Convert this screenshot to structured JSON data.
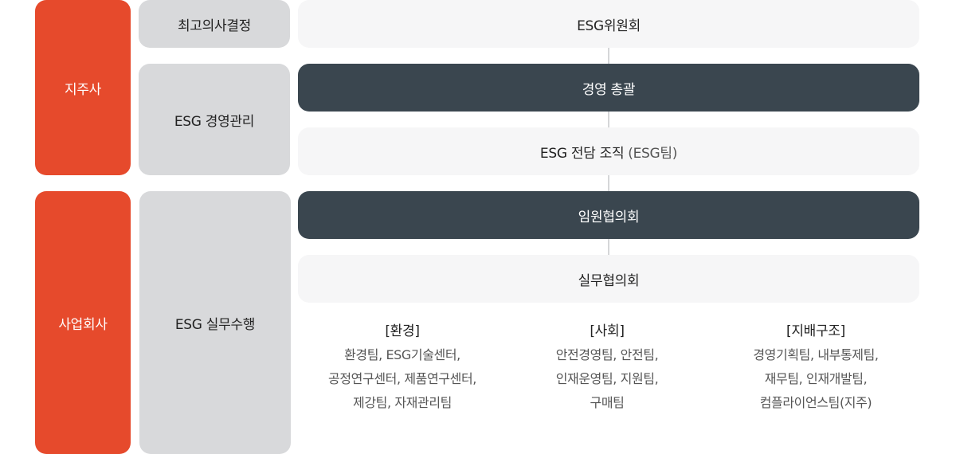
{
  "orgs": {
    "holding": "지주사",
    "subsidiary": "사업회사"
  },
  "roles": {
    "decision": "최고의사결정",
    "management": "ESG 경영관리",
    "execution": "ESG 실무수행"
  },
  "nodes": {
    "committee": "ESG위원회",
    "general_management": "경영 총괄",
    "dedicated_org": "ESG 전담 조직",
    "dedicated_org_sub": "(ESG팀)",
    "executive_council": "임원협의회",
    "working_council": "실무협의회"
  },
  "teams": {
    "environment": {
      "heading": "[환경]",
      "lines": [
        "환경팀, ESG기술센터,",
        "공정연구센터, 제품연구센터,",
        "제강팀, 자재관리팀"
      ]
    },
    "social": {
      "heading": "[사회]",
      "lines": [
        "안전경영팀, 안전팀,",
        "인재운영팀, 지원팀,",
        "구매팀"
      ]
    },
    "governance": {
      "heading": "[지배구조]",
      "lines": [
        "경영기획팀, 내부통제팀,",
        "재무팀, 인재개발팀,",
        "컴플라이언스팀(지주)"
      ]
    }
  },
  "colors": {
    "org_accent": "#e64a2c",
    "role_gray": "#d8d9db",
    "node_dark": "#3a464f",
    "node_light": "#f6f6f7"
  }
}
